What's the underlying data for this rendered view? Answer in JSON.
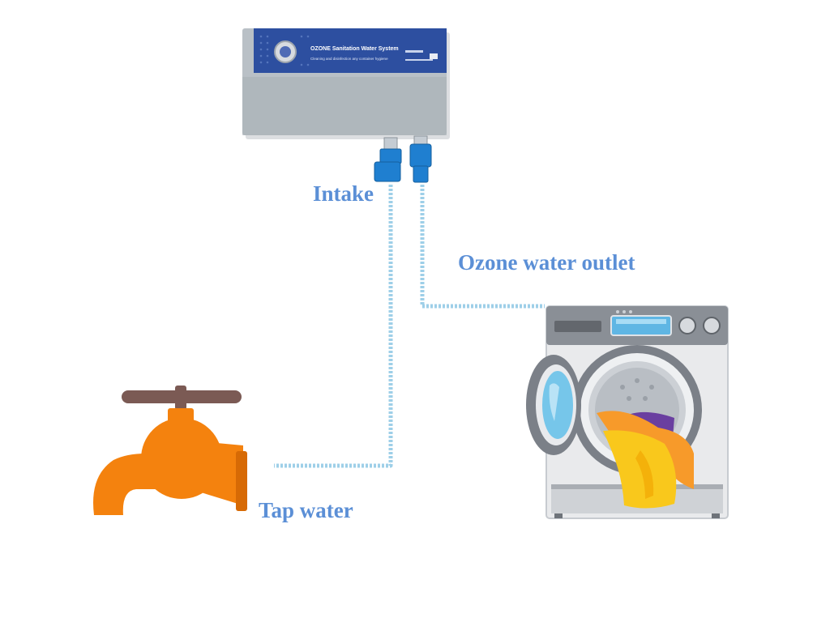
{
  "labels": {
    "intake": "Intake",
    "outlet": "Ozone water outlet",
    "tap": "Tap water"
  },
  "device": {
    "title": "OZONE Sanitation Water System",
    "subtitle": "Cleaning and disinfection any container hygiene"
  },
  "colors": {
    "label_text": "#5b8fd6",
    "pipe": "#9ecfe8",
    "device_band": "#2d4fa0",
    "device_body": "#b9c0c6",
    "fitting": "#1f7fd0",
    "tap_body": "#f4820e",
    "tap_handle": "#7b5a54",
    "washer_body": "#e9eaec",
    "washer_panel": "#8a8f96",
    "washer_door_rim": "#7b8088",
    "washer_glass": "#76c6ea",
    "laundry_yellow": "#f9c81c",
    "laundry_orange": "#f79a2a",
    "laundry_purple": "#6a3fa0"
  }
}
